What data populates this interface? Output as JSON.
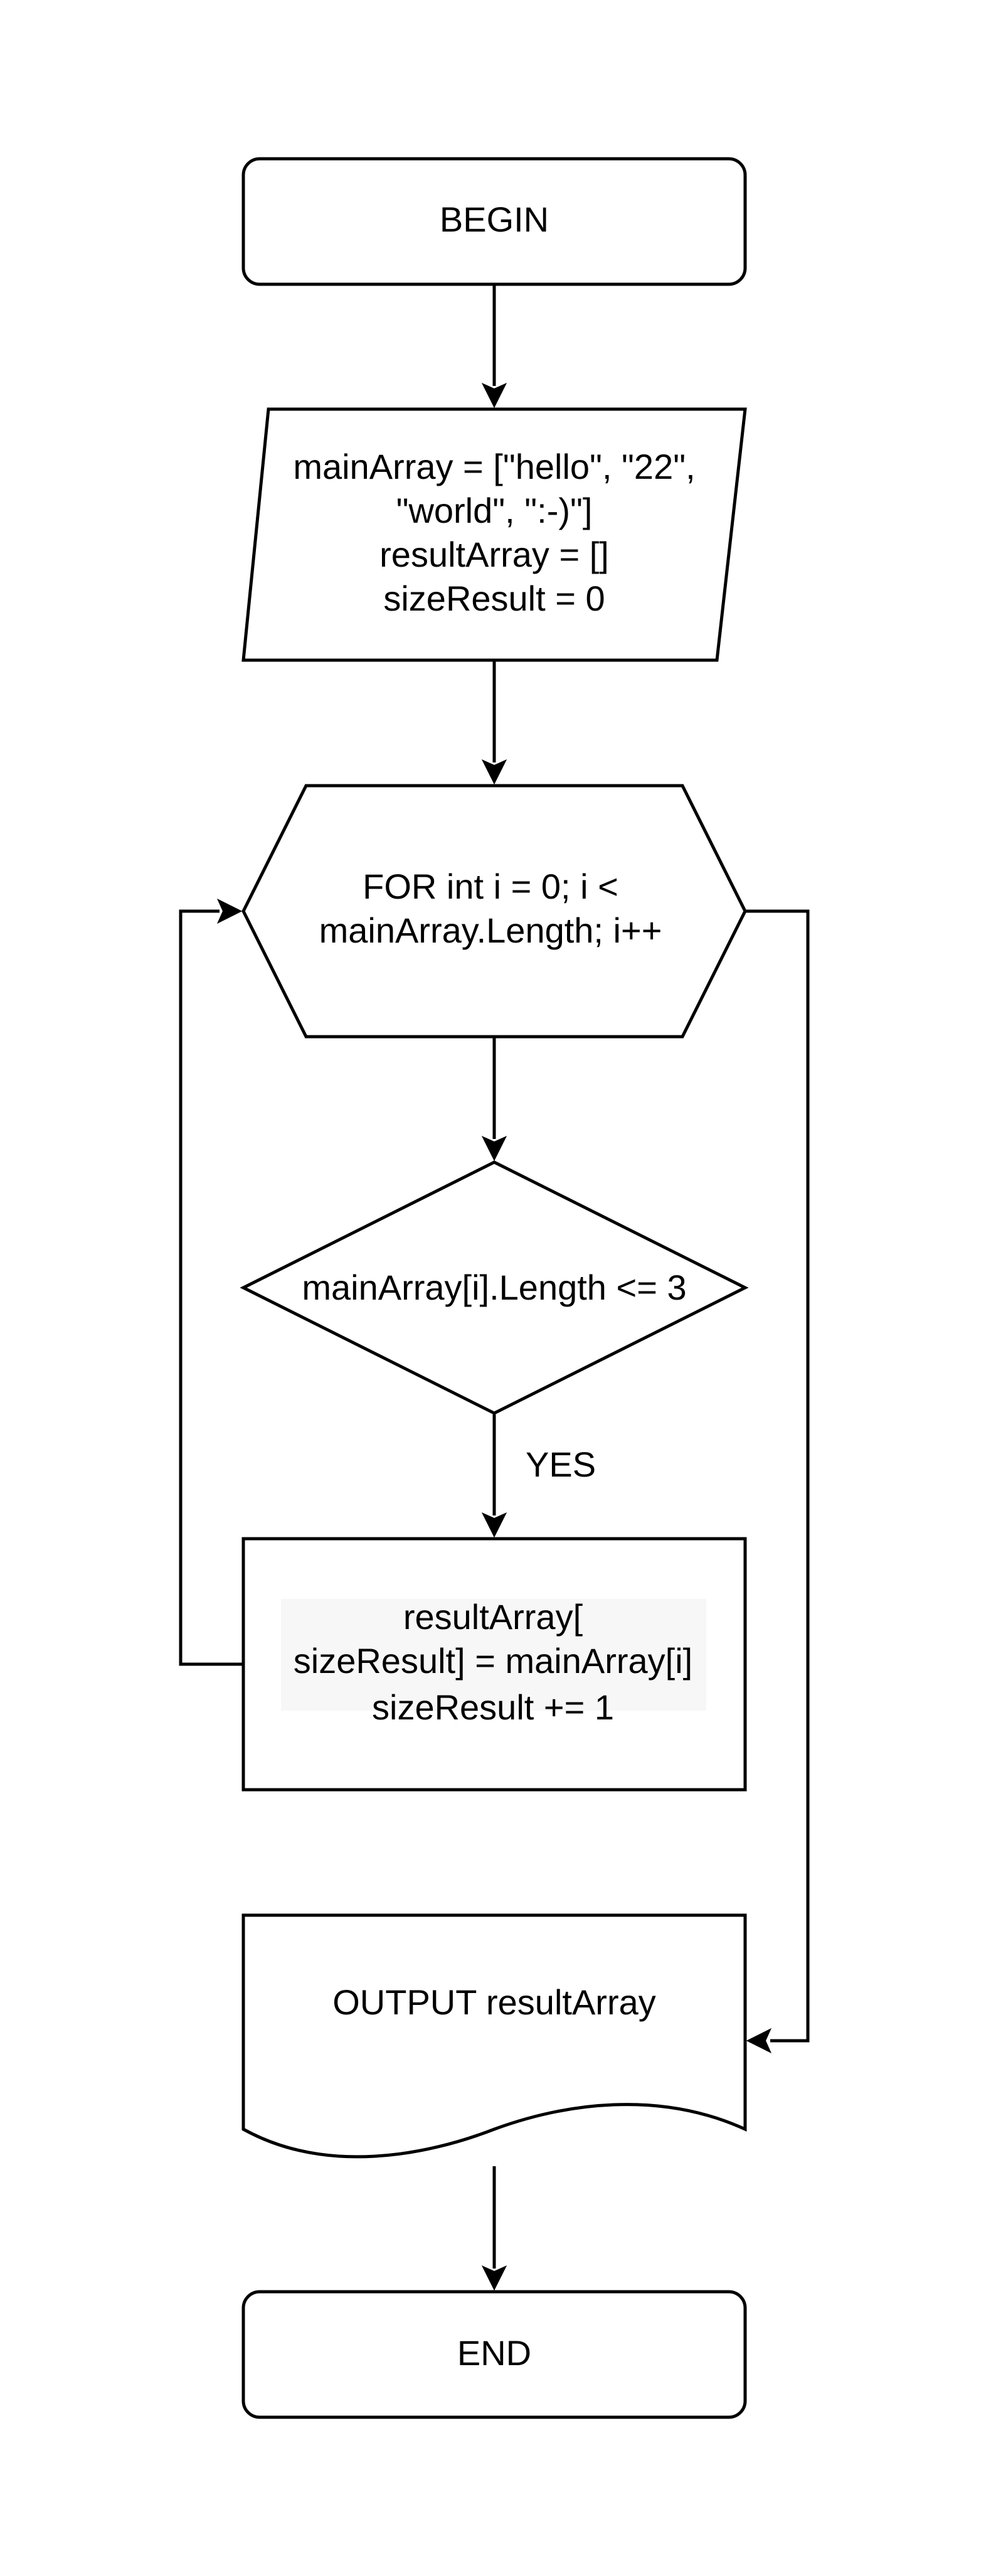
{
  "flowchart": {
    "begin": "BEGIN",
    "init": [
      "mainArray = [\"hello\", \"22\",",
      "\"world\", \":-)\"]",
      "resultArray = []",
      "sizeResult = 0"
    ],
    "loop": [
      "FOR int i = 0; i <",
      "mainArray.Length; i++"
    ],
    "condition": "mainArray[i].Length <= 3",
    "yes_label": "YES",
    "process": [
      "resultArray[",
      "sizeResult] = mainArray[i]",
      "sizeResult += 1"
    ],
    "output": "OUTPUT resultArray",
    "end": "END"
  }
}
